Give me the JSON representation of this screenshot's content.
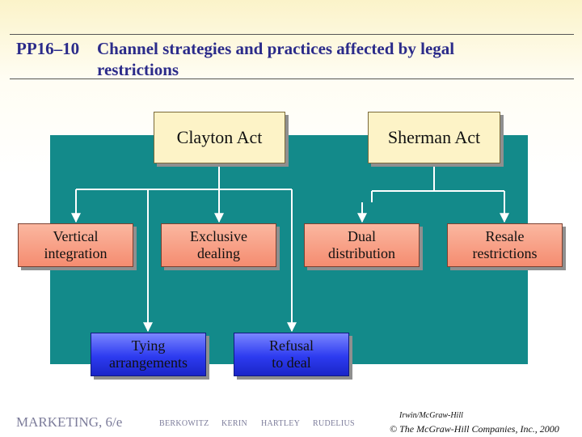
{
  "slide": {
    "number": "PP16–10",
    "title_line1": "Channel strategies and practices affected by legal",
    "title_line2": "restrictions"
  },
  "diagram": {
    "acts": {
      "clayton": "Clayton Act",
      "sherman": "Sherman Act"
    },
    "practices": {
      "vertical": [
        "Vertical",
        "integration"
      ],
      "exclusive": [
        "Exclusive",
        "dealing"
      ],
      "dual": [
        "Dual",
        "distribution"
      ],
      "resale": [
        "Resale",
        "restrictions"
      ],
      "tying": [
        "Tying",
        "arrangements"
      ],
      "refusal": [
        "Refusal",
        "to deal"
      ]
    },
    "colors": {
      "background_panel": "#138a8a",
      "act_box": "#fdf3c7",
      "practice_box_pink": "#f58c70",
      "practice_box_blue": "#2d3bf0",
      "connector": "#ffffff",
      "title": "#2b2b8a"
    }
  },
  "footer": {
    "book": "MARKETING, 6/e",
    "authors": [
      "BERKOWITZ",
      "KERIN",
      "HARTLEY",
      "RUDELIUS"
    ],
    "publisher": "Irwin/McGraw-Hill",
    "copyright": "© The McGraw-Hill Companies, Inc., 2000"
  }
}
